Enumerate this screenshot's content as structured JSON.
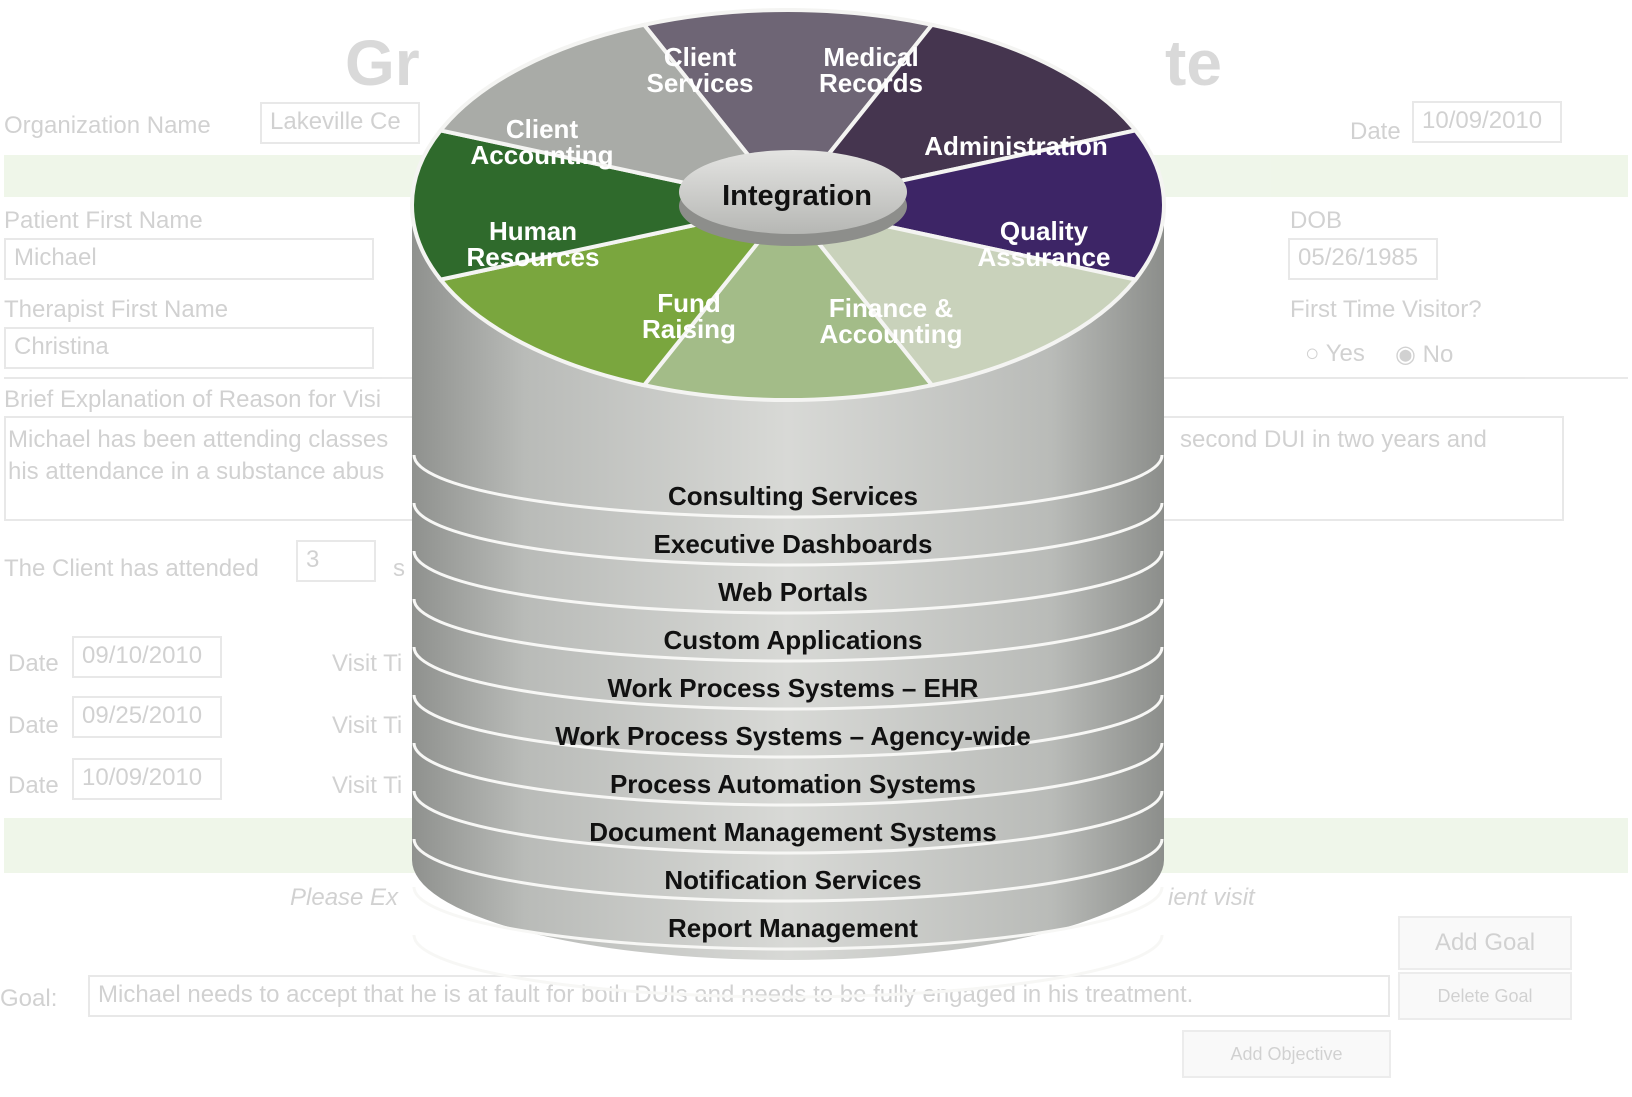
{
  "form": {
    "title_left": "Gr",
    "title_right": "te",
    "org_name_label": "Organization Name",
    "org_name_value": "Lakeville Ce",
    "date_label": "Date",
    "date_value": "10/09/2010",
    "patient_first_name_label": "Patient First Name",
    "patient_first_name_value": "Michael",
    "dob_label": "DOB",
    "dob_value": "05/26/1985",
    "therapist_first_name_label": "Therapist First Name",
    "therapist_first_name_value": "Christina",
    "first_time_visitor_label": "First Time Visitor?",
    "yes_label": "Yes",
    "no_label": "No",
    "brief_explanation_label": "Brief Explanation of Reason for Visi",
    "explanation_text_line1_left": "Michael has been attending classes",
    "explanation_text_line1_right": "second DUI in two years and",
    "explanation_text_line2_left": "his attendance in a substance abus",
    "client_attended_label": "The Client has attended",
    "client_attended_value": "3",
    "client_attended_suffix": "s",
    "visits": [
      {
        "date_label": "Date",
        "date_value": "09/10/2010",
        "visit_label": "Visit Ti"
      },
      {
        "date_label": "Date",
        "date_value": "09/25/2010",
        "visit_label": "Visit Ti"
      },
      {
        "date_label": "Date",
        "date_value": "10/09/2010",
        "visit_label": "Visit Ti"
      }
    ],
    "please_text_left": "Please Ex",
    "please_text_right": "ient visit",
    "add_goal_button": "Add Goal",
    "goal_label": "Goal:",
    "goal_value": "Michael needs to accept that he is at fault for both DUIs and needs to be fully engaged in his treatment.",
    "delete_goal_button": "Delete Goal",
    "add_objective_button": "Add Objective"
  },
  "diagram": {
    "hub": "Integration",
    "segments": [
      {
        "lines": [
          "Client",
          "Services"
        ],
        "color": "#6e6575"
      },
      {
        "lines": [
          "Medical",
          "Records"
        ],
        "color": "#45354f"
      },
      {
        "lines": [
          "Administration"
        ],
        "color": "#3d2566"
      },
      {
        "lines": [
          "Quality",
          "Assurance"
        ],
        "color": "#c9d2bb"
      },
      {
        "lines": [
          "Finance &",
          "Accounting"
        ],
        "color": "#a3bc88"
      },
      {
        "lines": [
          "Fund",
          "Raising"
        ],
        "color": "#7aa63e"
      },
      {
        "lines": [
          "Human",
          "Resources"
        ],
        "color": "#2f6a2c"
      },
      {
        "lines": [
          "Client",
          "Accounting"
        ],
        "color": "#a9aba7"
      }
    ],
    "layers": [
      "Consulting Services",
      "Executive Dashboards",
      "Web Portals",
      "Custom Applications",
      "Work Process Systems – EHR",
      "Work Process Systems – Agency-wide",
      "Process Automation Systems",
      "Document Management Systems",
      "Notification Services",
      "Report Management"
    ]
  }
}
